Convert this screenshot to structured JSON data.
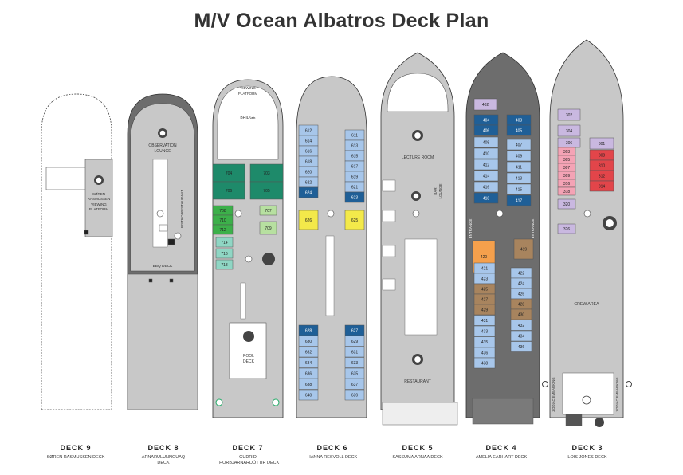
{
  "title": "M/V Ocean Albatros Deck Plan",
  "colors": {
    "hull_grey": "#c8c8c8",
    "hull_dark": "#6d6d6d",
    "cabin_blue": "#a7c6ea",
    "cabin_navy": "#1f5f97",
    "cabin_lavender": "#c9b8e0",
    "cabin_pink": "#f4a3b5",
    "cabin_red": "#e2454a",
    "cabin_teal": "#1e8a6a",
    "cabin_green": "#3cb04a",
    "cabin_lightgreen": "#b7e0a0",
    "cabin_mint": "#8fd6c4",
    "cabin_yellow": "#f3e94a",
    "cabin_orange": "#f5a04c",
    "cabin_brown": "#a8845e"
  },
  "decks": [
    {
      "id": "9",
      "label": "DECK  9",
      "name": "SØREN RASMUSSEN DECK",
      "areas": [
        "SØREN",
        "RASMUSSEN",
        "VIEWING",
        "PLATFORM"
      ]
    },
    {
      "id": "8",
      "label": "DECK  8",
      "name": "ARNARULUNNGUAQ",
      "name2": "DECK",
      "areas": [
        "OBSERVATION",
        "LOUNGE",
        "BISTRO RESTAURANT",
        "BBQ DECK"
      ]
    },
    {
      "id": "7",
      "label": "DECK  7",
      "name": "GUDRID",
      "name2": "THORBJARNARDÓTTIR DECK",
      "areas": [
        "VIEWING",
        "PLATFORM",
        "BRIDGE",
        "POOL",
        "DECK"
      ],
      "cabins": [
        "704",
        "703",
        "706",
        "705",
        "708",
        "707",
        "710",
        "709",
        "712",
        "714",
        "716",
        "718"
      ]
    },
    {
      "id": "6",
      "label": "DECK  6",
      "name": "HANNA RESVOLL DECK",
      "cabins": [
        "612",
        "611",
        "614",
        "613",
        "616",
        "615",
        "618",
        "617",
        "620",
        "619",
        "622",
        "621",
        "624",
        "623",
        "626",
        "625",
        "628",
        "627",
        "630",
        "629",
        "632",
        "631",
        "634",
        "633",
        "636",
        "635",
        "638",
        "637",
        "640",
        "639"
      ]
    },
    {
      "id": "5",
      "label": "DECK  5",
      "name": "SASSUMA ARNAA DECK",
      "areas": [
        "LECTURE ROOM",
        "BAR",
        "LOUNGE",
        "RESTAURANT"
      ]
    },
    {
      "id": "4",
      "label": "DECK  4",
      "name": "AMELIA EARHART DECK",
      "areas": [
        "ENTRANCE",
        "ENTRANCE"
      ],
      "cabins": [
        "402",
        "404",
        "403",
        "406",
        "405",
        "408",
        "407",
        "410",
        "409",
        "412",
        "411",
        "414",
        "413",
        "416",
        "415",
        "418",
        "417",
        "419",
        "420",
        "421",
        "422",
        "423",
        "424",
        "425",
        "426",
        "427",
        "428",
        "429",
        "430",
        "431",
        "432",
        "433",
        "434",
        "435",
        "436",
        "438"
      ]
    },
    {
      "id": "3",
      "label": "DECK  3",
      "name": "LOIS JONES DECK",
      "areas": [
        "CREW AREA",
        "ZODIAC EMBARKING",
        "ZODIAC EMBARKING"
      ],
      "cabins": [
        "302",
        "304",
        "301",
        "306",
        "303",
        "308",
        "305",
        "310",
        "307",
        "312",
        "309",
        "314",
        "316",
        "318",
        "320",
        "326"
      ]
    }
  ]
}
